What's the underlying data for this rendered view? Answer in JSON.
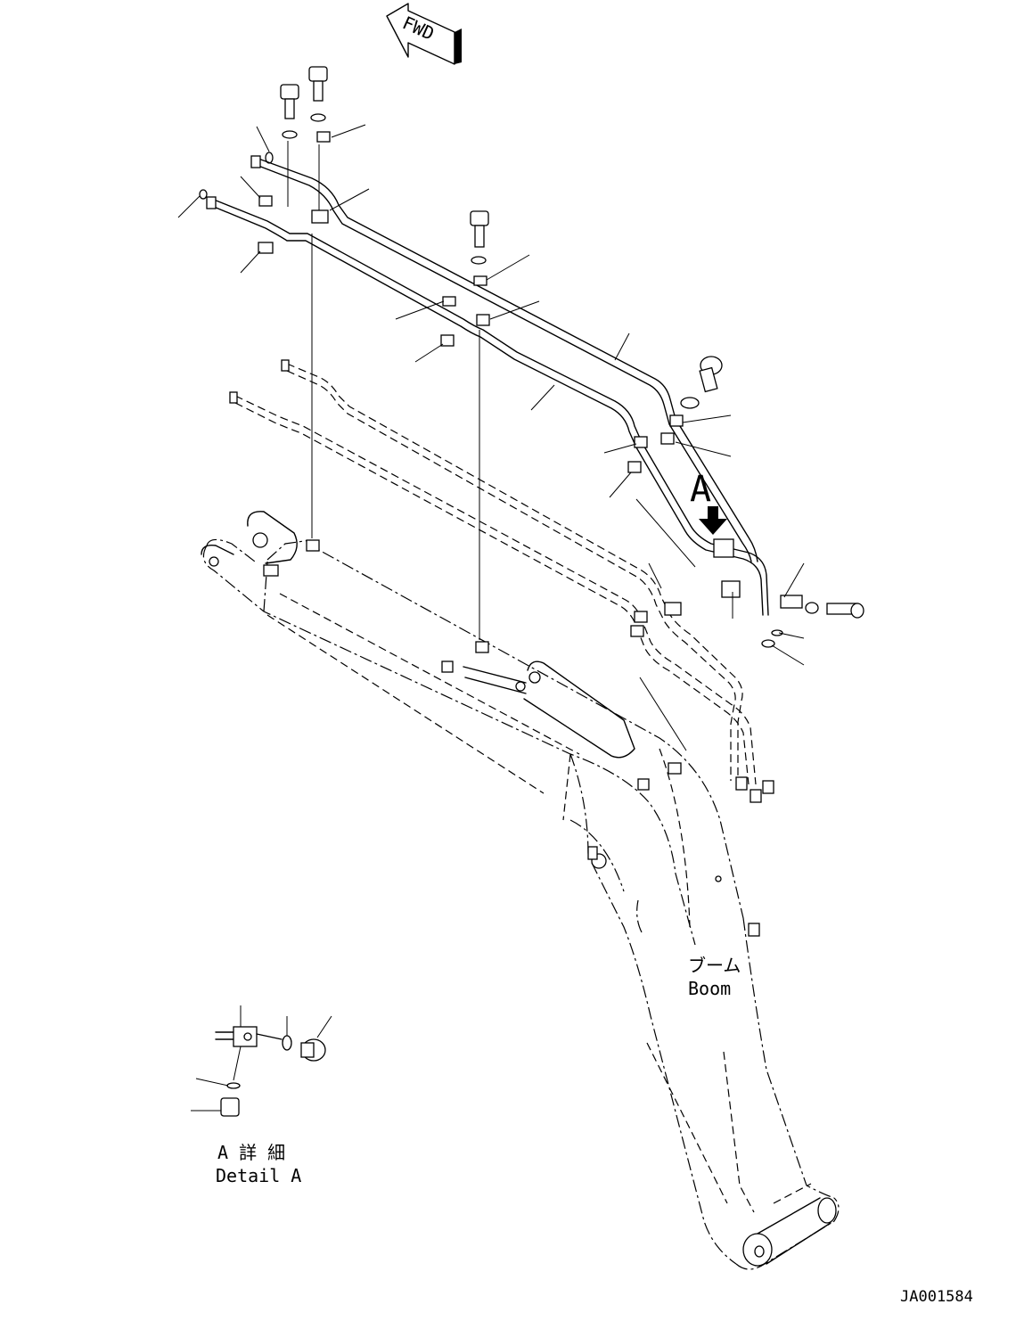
{
  "direction_arrow": {
    "label": "FWD"
  },
  "view_marker": {
    "label": "A"
  },
  "boom_label": {
    "jp": "ブーム",
    "en": "Boom"
  },
  "detail_label": {
    "jp": "A 詳 細",
    "en": "Detail A"
  },
  "drawing_code": "JA001584"
}
